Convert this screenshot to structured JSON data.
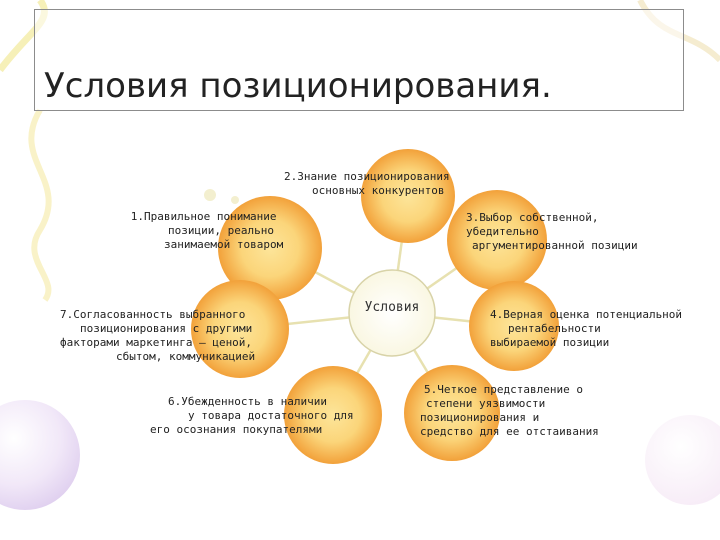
{
  "slide": {
    "title": "Условия позиционирования."
  },
  "diagram": {
    "center_label": "Условия",
    "items": [
      {
        "lines": [
          "1.Правильное понимание",
          "позиции, реально",
          "занимаемой товаром"
        ]
      },
      {
        "lines": [
          "2.Знание позиционирования",
          "основных конкурентов"
        ]
      },
      {
        "lines": [
          "3.Выбор собственной,",
          "убедительно",
          "аргументированной позиции"
        ]
      },
      {
        "lines": [
          "4.Верная оценка потенциальной",
          "рентабельности",
          "выбираемой позиции"
        ]
      },
      {
        "lines": [
          "5.Четкое представление о",
          "степени уязвимости",
          "позиционирования и",
          "средство для ее отстаивания"
        ]
      },
      {
        "lines": [
          "6.Убежденность в наличии",
          "у товара достаточного для",
          "его осознания покупателями"
        ]
      },
      {
        "lines": [
          "7.Согласованность выбранного",
          "позиционирования с другими",
          "факторами маркетинга – ценой,",
          "сбытом, коммуникацией"
        ]
      }
    ]
  },
  "colors": {
    "circle_outer": "#f2a13a",
    "circle_inner": "#fde59a",
    "center_fill": "#fffdf4",
    "center_stroke": "#d8d3a8",
    "spoke": "#e7e1b0"
  }
}
